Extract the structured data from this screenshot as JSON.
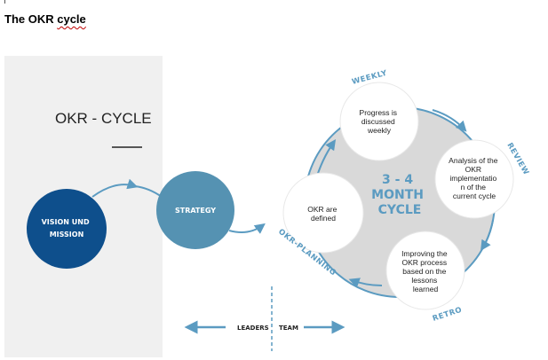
{
  "document": {
    "heading_prefix": "The OKR ",
    "heading_misspelled": "cycle"
  },
  "panel": {
    "title": "OKR - CYCLE"
  },
  "nodes": {
    "vision": [
      "VISION UND",
      "MISSION"
    ],
    "strategy": "STRATEGY",
    "defined": [
      "OKR are",
      "defined"
    ],
    "progress": [
      "Progress is",
      "discussed",
      "weekly"
    ],
    "analysis": [
      "Analysis of the",
      "OKR",
      "implementatio",
      "n of the",
      "current cycle"
    ],
    "improving": [
      "Improving the",
      "OKR process",
      "based on the",
      "lessons",
      "learned"
    ]
  },
  "cycle_center": [
    "3 - 4",
    "MONTH",
    "CYCLE"
  ],
  "phases": {
    "weekly": "WEEKLY",
    "review": "REVIEW",
    "retro": "RETRO",
    "planning": "OKR-PLANNING"
  },
  "legend": {
    "leaders": "LEADERS",
    "team": "TEAM"
  },
  "colors": {
    "panel_bg": "#f0f0f0",
    "vision": "#0e4f8c",
    "strategy": "#5592b2",
    "cycle_ring": "#d9d9d9",
    "outline": "#5b9bc1",
    "accent": "#5b9bc1"
  }
}
